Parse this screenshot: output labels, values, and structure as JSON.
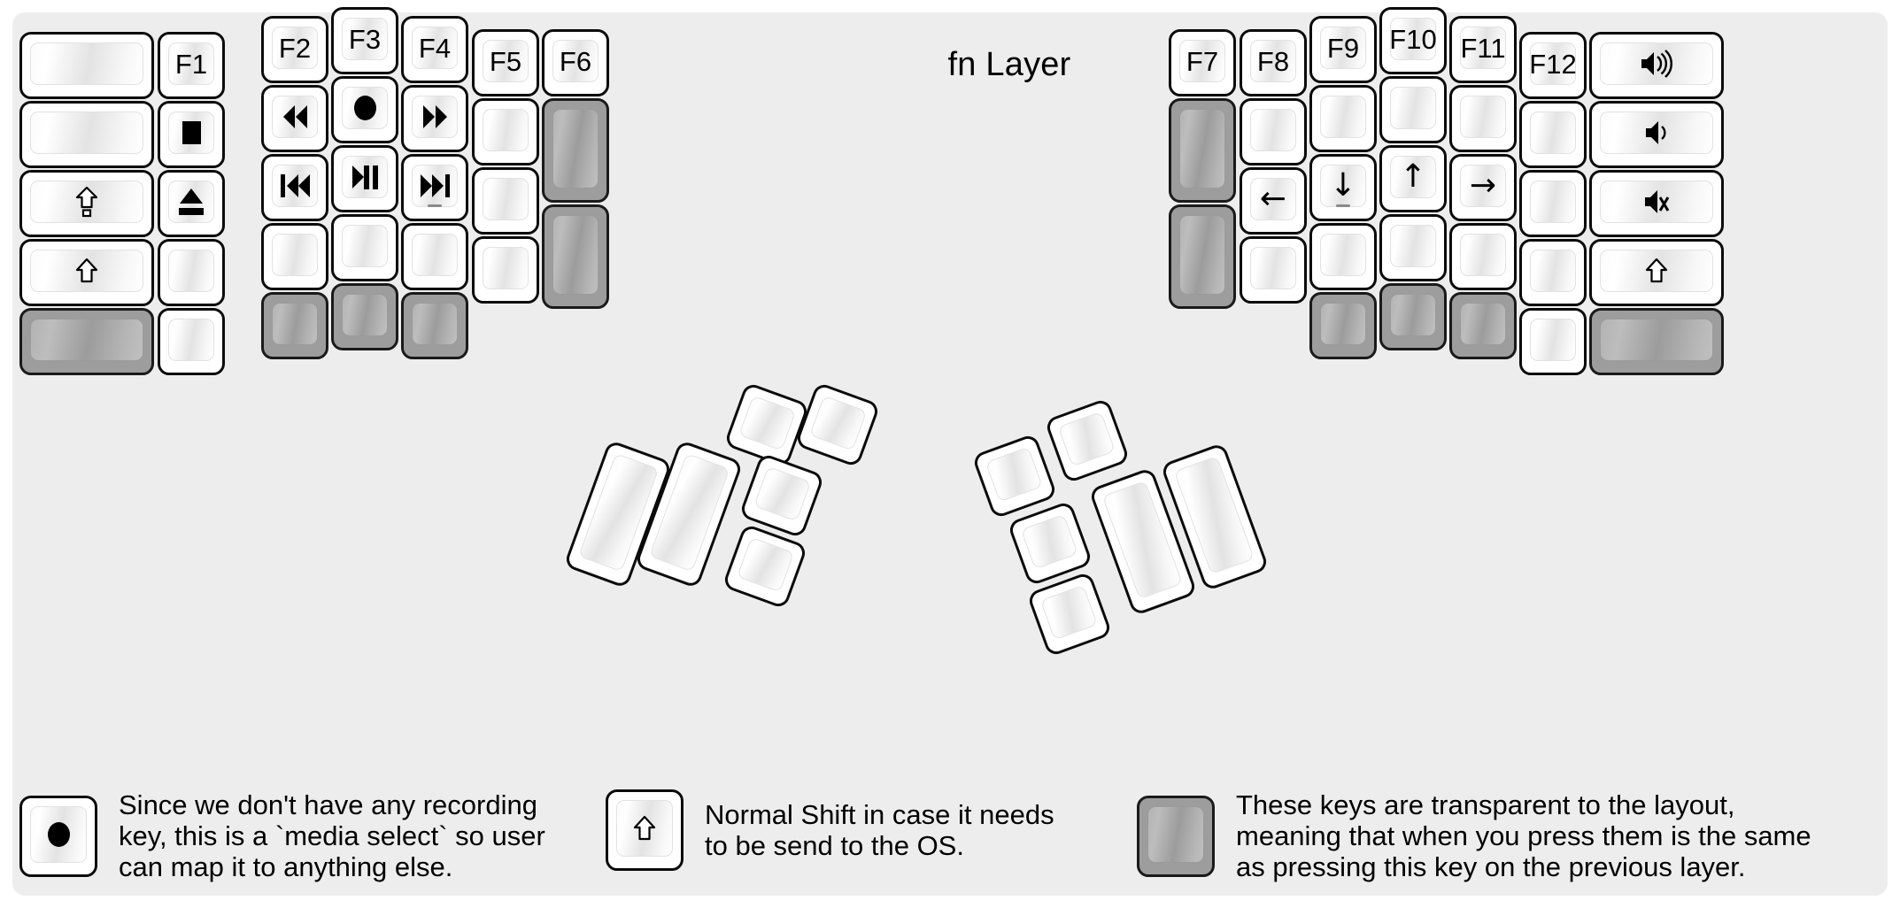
{
  "title": "fn Layer",
  "colors": {
    "panel_bg": "#ededed",
    "key_face": "#ffffff",
    "transparent_key": "#9d9d9d",
    "outline": "#0b0b0b",
    "legend_text": "#000000"
  },
  "left_half": {
    "name": "left-keyboard-half",
    "columns": [
      {
        "col": 1,
        "keys": [
          {
            "label": "",
            "icon": "blank",
            "state": "normal"
          },
          {
            "label": "",
            "icon": "blank",
            "state": "normal"
          },
          {
            "label": "",
            "icon": "caps-lock-shift-icon",
            "state": "normal"
          },
          {
            "label": "",
            "icon": "shift-icon",
            "state": "normal"
          },
          {
            "label": "",
            "icon": "blank",
            "state": "transparent"
          }
        ]
      },
      {
        "col": 2,
        "keys": [
          {
            "label": "F1",
            "icon": "",
            "state": "normal"
          },
          {
            "label": "",
            "icon": "stop-icon",
            "state": "normal"
          },
          {
            "label": "",
            "icon": "eject-icon",
            "state": "normal"
          },
          {
            "label": "",
            "icon": "blank",
            "state": "normal"
          },
          {
            "label": "",
            "icon": "blank",
            "state": "normal"
          }
        ]
      },
      {
        "col": 3,
        "keys": [
          {
            "label": "F2",
            "icon": "",
            "state": "normal"
          },
          {
            "label": "",
            "icon": "rewind-icon",
            "state": "normal"
          },
          {
            "label": "",
            "icon": "previous-track-icon",
            "state": "normal"
          },
          {
            "label": "",
            "icon": "blank",
            "state": "normal"
          },
          {
            "label": "",
            "icon": "blank",
            "state": "transparent"
          }
        ]
      },
      {
        "col": 4,
        "keys": [
          {
            "label": "F3",
            "icon": "",
            "state": "normal"
          },
          {
            "label": "",
            "icon": "record-icon",
            "state": "normal"
          },
          {
            "label": "",
            "icon": "play-pause-icon",
            "state": "normal"
          },
          {
            "label": "",
            "icon": "blank",
            "state": "normal"
          },
          {
            "label": "",
            "icon": "blank",
            "state": "transparent"
          }
        ]
      },
      {
        "col": 5,
        "keys": [
          {
            "label": "F4",
            "icon": "",
            "state": "normal"
          },
          {
            "label": "",
            "icon": "fast-forward-icon",
            "state": "normal"
          },
          {
            "label": "",
            "icon": "next-track-icon",
            "state": "normal",
            "homing_bar": true
          },
          {
            "label": "",
            "icon": "blank",
            "state": "normal"
          },
          {
            "label": "",
            "icon": "blank",
            "state": "transparent"
          }
        ]
      },
      {
        "col": 6,
        "keys": [
          {
            "label": "F5",
            "icon": "",
            "state": "normal"
          },
          {
            "label": "",
            "icon": "blank",
            "state": "normal"
          },
          {
            "label": "",
            "icon": "blank",
            "state": "normal"
          },
          {
            "label": "",
            "icon": "blank",
            "state": "normal"
          }
        ]
      },
      {
        "col": 7,
        "keys": [
          {
            "label": "F6",
            "icon": "",
            "state": "normal"
          },
          {
            "label": "",
            "icon": "blank",
            "state": "transparent",
            "size": "tall"
          },
          {
            "label": "",
            "icon": "blank",
            "state": "transparent",
            "size": "tall"
          }
        ]
      }
    ],
    "thumb_cluster": {
      "name": "left-thumb-cluster",
      "keys": [
        {
          "label": "",
          "icon": "blank",
          "state": "normal",
          "size": "2u"
        },
        {
          "label": "",
          "icon": "blank",
          "state": "normal",
          "size": "2u"
        },
        {
          "label": "",
          "icon": "blank",
          "state": "normal",
          "size": "1u"
        },
        {
          "label": "",
          "icon": "blank",
          "state": "normal",
          "size": "1u"
        },
        {
          "label": "",
          "icon": "blank",
          "state": "normal",
          "size": "1u"
        },
        {
          "label": "",
          "icon": "blank",
          "state": "normal",
          "size": "1u"
        }
      ]
    }
  },
  "right_half": {
    "name": "right-keyboard-half",
    "columns": [
      {
        "col": 1,
        "keys": [
          {
            "label": "F7",
            "icon": "",
            "state": "normal"
          },
          {
            "label": "",
            "icon": "blank",
            "state": "transparent",
            "size": "tall"
          },
          {
            "label": "",
            "icon": "blank",
            "state": "transparent",
            "size": "tall"
          }
        ]
      },
      {
        "col": 2,
        "keys": [
          {
            "label": "F8",
            "icon": "",
            "state": "normal"
          },
          {
            "label": "",
            "icon": "blank",
            "state": "normal"
          },
          {
            "label": "",
            "icon": "arrow-left-icon",
            "state": "normal"
          },
          {
            "label": "",
            "icon": "blank",
            "state": "normal"
          }
        ]
      },
      {
        "col": 3,
        "keys": [
          {
            "label": "F9",
            "icon": "",
            "state": "normal"
          },
          {
            "label": "",
            "icon": "blank",
            "state": "normal"
          },
          {
            "label": "",
            "icon": "arrow-down-icon",
            "state": "normal",
            "homing_bar": true
          },
          {
            "label": "",
            "icon": "blank",
            "state": "normal"
          },
          {
            "label": "",
            "icon": "blank",
            "state": "transparent"
          }
        ]
      },
      {
        "col": 4,
        "keys": [
          {
            "label": "F10",
            "icon": "",
            "state": "normal"
          },
          {
            "label": "",
            "icon": "blank",
            "state": "normal"
          },
          {
            "label": "",
            "icon": "arrow-up-icon",
            "state": "normal"
          },
          {
            "label": "",
            "icon": "blank",
            "state": "normal"
          },
          {
            "label": "",
            "icon": "blank",
            "state": "transparent"
          }
        ]
      },
      {
        "col": 5,
        "keys": [
          {
            "label": "F11",
            "icon": "",
            "state": "normal"
          },
          {
            "label": "",
            "icon": "blank",
            "state": "normal"
          },
          {
            "label": "",
            "icon": "arrow-right-icon",
            "state": "normal"
          },
          {
            "label": "",
            "icon": "blank",
            "state": "normal"
          },
          {
            "label": "",
            "icon": "blank",
            "state": "transparent"
          }
        ]
      },
      {
        "col": 6,
        "keys": [
          {
            "label": "F12",
            "icon": "",
            "state": "normal"
          },
          {
            "label": "",
            "icon": "blank",
            "state": "normal"
          },
          {
            "label": "",
            "icon": "blank",
            "state": "normal"
          },
          {
            "label": "",
            "icon": "blank",
            "state": "normal"
          },
          {
            "label": "",
            "icon": "blank",
            "state": "normal"
          }
        ]
      },
      {
        "col": 7,
        "keys": [
          {
            "label": "",
            "icon": "volume-up-icon",
            "state": "normal"
          },
          {
            "label": "",
            "icon": "volume-down-icon",
            "state": "normal"
          },
          {
            "label": "",
            "icon": "volume-mute-icon",
            "state": "normal"
          },
          {
            "label": "",
            "icon": "shift-icon",
            "state": "normal"
          },
          {
            "label": "",
            "icon": "blank",
            "state": "transparent"
          }
        ]
      }
    ],
    "thumb_cluster": {
      "name": "right-thumb-cluster",
      "keys": [
        {
          "label": "",
          "icon": "blank",
          "state": "normal",
          "size": "1u"
        },
        {
          "label": "",
          "icon": "blank",
          "state": "normal",
          "size": "1u"
        },
        {
          "label": "",
          "icon": "blank",
          "state": "normal",
          "size": "1u"
        },
        {
          "label": "",
          "icon": "blank",
          "state": "normal",
          "size": "1u"
        },
        {
          "label": "",
          "icon": "blank",
          "state": "normal",
          "size": "2u"
        },
        {
          "label": "",
          "icon": "blank",
          "state": "normal",
          "size": "2u"
        }
      ]
    }
  },
  "legend": {
    "items": [
      {
        "key_icon": "record-icon",
        "key_state": "normal",
        "text": "Since we don't have any recording\nkey, this is a `media select` so user\ncan map it to anything else."
      },
      {
        "key_icon": "shift-icon",
        "key_state": "normal",
        "text": "Normal Shift in case it needs\nto be send to the OS."
      },
      {
        "key_icon": "blank",
        "key_state": "transparent",
        "text": "These keys are transparent to the layout,\nmeaning that when you press them is the same\nas pressing this key on the previous layer."
      }
    ]
  }
}
